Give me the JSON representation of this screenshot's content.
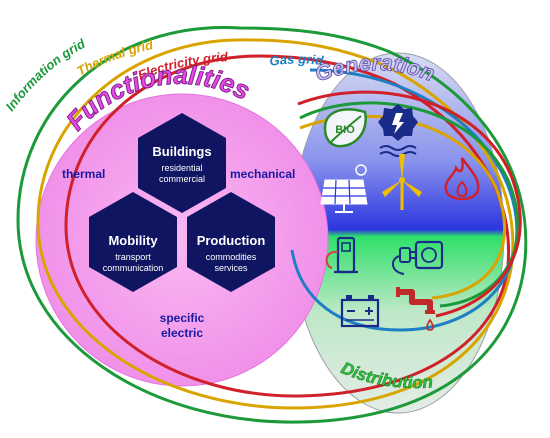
{
  "grids": {
    "information": {
      "label": "Information grid",
      "color": "#1c9a3a"
    },
    "thermal": {
      "label": "Thermal grid",
      "color": "#d9a400"
    },
    "electricity": {
      "label": "Electricity grid",
      "color": "#d0202a"
    },
    "gas": {
      "label": "Gas grid",
      "color": "#1f7fc4"
    }
  },
  "functionalities": {
    "title": "Functionalities",
    "left": "thermal",
    "right": "mechanical",
    "bottom_line1": "specific",
    "bottom_line2": "electric",
    "hexagons": {
      "buildings": {
        "title": "Buildings",
        "line1": "residential",
        "line2": "commercial"
      },
      "mobility": {
        "title": "Mobility",
        "line1": "transport",
        "line2": "communication"
      },
      "production": {
        "title": "Production",
        "line1": "commodities",
        "line2": "services"
      }
    }
  },
  "supply": {
    "generation": "Generation",
    "distribution": "Distribution",
    "icons": {
      "bio": "BIO",
      "hydro": "hydro-turbine-icon",
      "solar": "solar-panel-icon",
      "wind": "wind-turbine-icon",
      "fire": "flame-icon",
      "fuel": "fuel-pump-icon",
      "plug": "power-plug-icon",
      "battery": "battery-icon",
      "pipe": "water-pipe-icon"
    }
  },
  "colors": {
    "circle": "#f7a8f0",
    "hexagon": "#0f1560",
    "text_blue": "#1a1aa0",
    "title_purple": "#d233d2",
    "generation_top": "#2b35e0",
    "distribution_bottom": "#2fe06a"
  }
}
